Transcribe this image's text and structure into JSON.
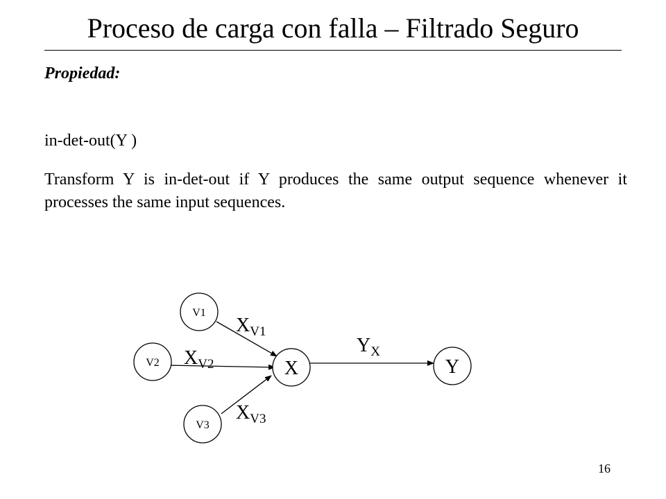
{
  "slide": {
    "title": "Proceso de carga con falla – Filtrado Seguro",
    "property_heading": "Propiedad:",
    "definition_name": "in-det-out(Y )",
    "definition_text": "Transform Y is in-det-out if Y produces the same output sequence whenever it processes the same input sequences.",
    "page_number": "16"
  },
  "diagram": {
    "nodes": {
      "v1": "V1",
      "v2": "V2",
      "v3": "V3",
      "x": "X",
      "y": "Y"
    },
    "edges": {
      "xv1": {
        "main": "X",
        "sub": "V1"
      },
      "xv2": {
        "main": "X",
        "sub": "V2"
      },
      "xv3": {
        "main": "X",
        "sub": "V3"
      },
      "yx": {
        "main": "Y",
        "sub": "X"
      }
    }
  }
}
